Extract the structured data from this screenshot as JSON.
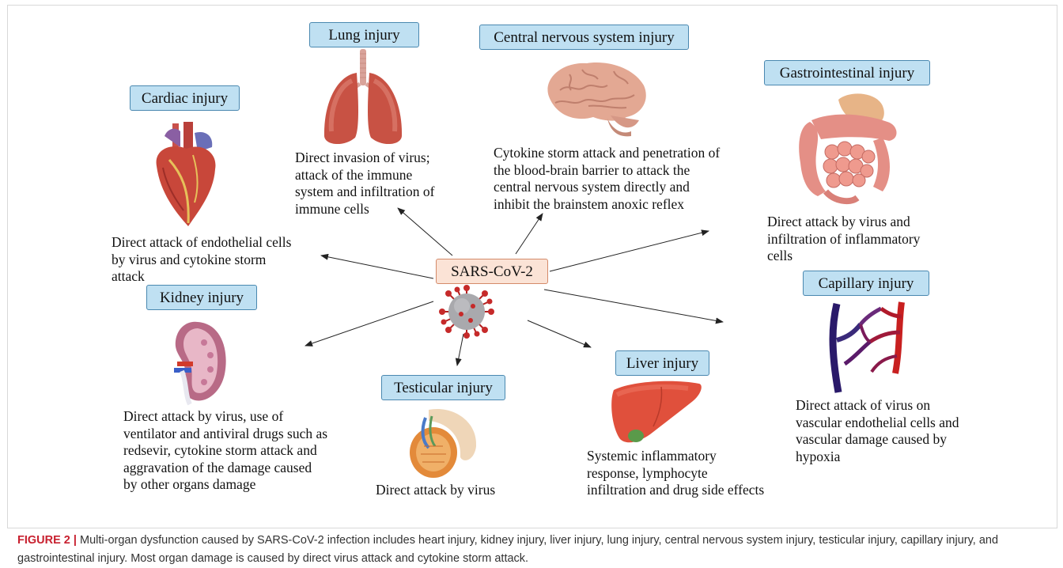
{
  "center": {
    "label": "SARS-CoV-2"
  },
  "organs": {
    "lung": {
      "title": "Lung injury",
      "desc": [
        "Direct invasion of virus;",
        "attack of the immune",
        "system and infiltration of",
        "immune cells"
      ]
    },
    "cns": {
      "title": "Central nervous system injury",
      "desc": [
        "Cytokine storm attack and penetration of",
        "the blood-brain barrier to attack the",
        "central nervous system directly and",
        "inhibit the brainstem anoxic reflex"
      ]
    },
    "cardiac": {
      "title": "Cardiac injury",
      "desc": [
        "Direct attack of endothelial cells",
        "by virus and cytokine storm",
        "attack"
      ]
    },
    "gastro": {
      "title": "Gastrointestinal  injury",
      "desc": [
        "Direct attack by virus and",
        "infiltration of inflammatory",
        "cells"
      ]
    },
    "kidney": {
      "title": "Kidney injury",
      "desc": [
        "Direct attack by virus, use of",
        "ventilator and antiviral drugs such as",
        "redsevir, cytokine storm attack and",
        "aggravation of the damage caused",
        "by other organs damage"
      ]
    },
    "capillary": {
      "title": "Capillary injury",
      "desc": [
        "Direct attack of virus on",
        "vascular endothelial cells and",
        "vascular damage caused by",
        "hypoxia"
      ]
    },
    "testicular": {
      "title": "Testicular injury",
      "desc": [
        "Direct attack by virus"
      ]
    },
    "liver": {
      "title": "Liver injury",
      "desc": [
        "Systemic inflammatory",
        "response, lymphocyte",
        "infiltration and drug side effects"
      ]
    }
  },
  "caption": {
    "label": "FIGURE 2 |",
    "text": " Multi-organ dysfunction caused by SARS-CoV-2 infection includes heart injury, kidney injury, liver injury, lung injury, central nervous system injury, testicular injury, capillary injury, and gastrointestinal injury. Most organ damage is caused by direct virus attack and cytokine storm attack."
  },
  "colors": {
    "box_fill": "#bfe0f2",
    "box_border": "#4a88b0",
    "center_fill": "#fbe3d6",
    "caption_label": "#c8202f"
  }
}
